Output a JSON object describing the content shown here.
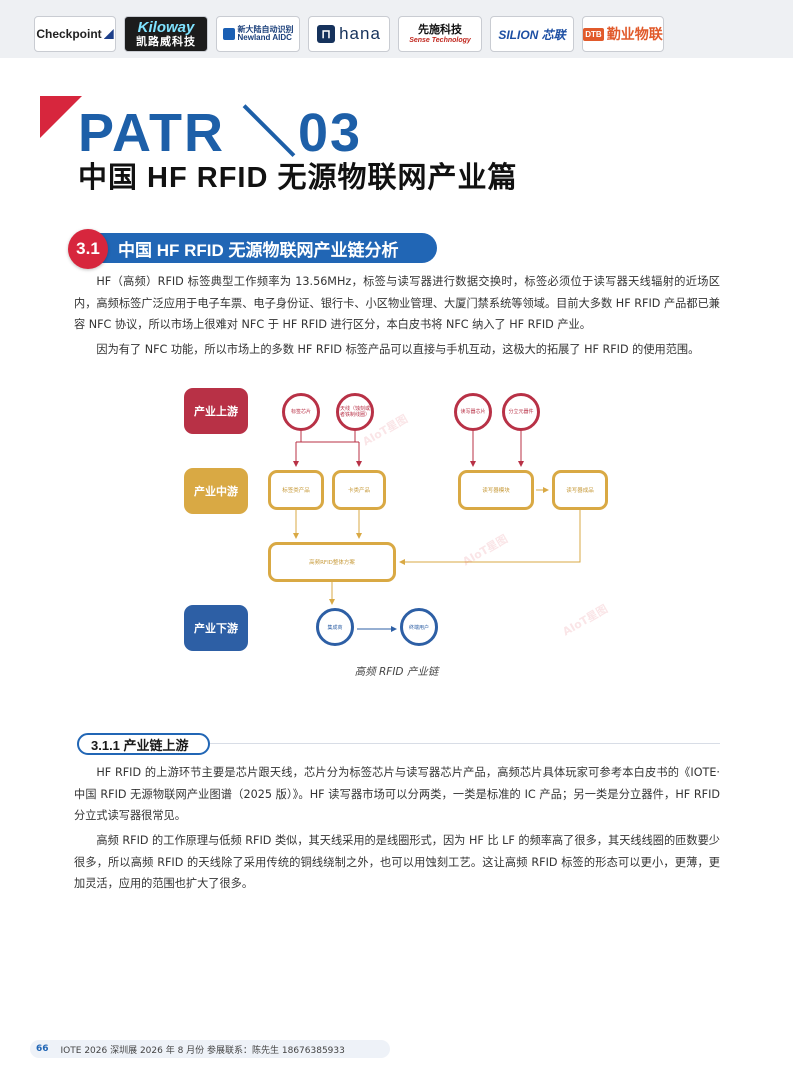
{
  "logos": {
    "checkpoint": "Checkpoint",
    "kiloway_en": "Kiloway",
    "kiloway_cn": "凯路威科技",
    "newland_cn": "新大陆自动识别",
    "newland_en": "Newland AIDC",
    "hana": "hana",
    "sense_cn": "先施科技",
    "sense_en": "Sense Technology",
    "silion": "SILION 芯联",
    "dtb_tag": "DTB",
    "dtb_cn": "勤业物联"
  },
  "heading": {
    "part": "PATR ＼03",
    "chapter": "中国 HF RFID 无源物联网产业篇"
  },
  "section": {
    "number": "3.1",
    "title": "中国 HF RFID 无源物联网产业链分析"
  },
  "paragraphs": {
    "p1": "HF（高频）RFID 标签典型工作频率为 13.56MHz，标签与读写器进行数据交换时，标签必须位于读写器天线辐射的近场区内，高频标签广泛应用于电子车票、电子身份证、银行卡、小区物业管理、大厦门禁系统等领域。目前大多数 HF RFID 产品都已兼容 NFC 协议，所以市场上很难对 NFC 于 HF RFID 进行区分，本白皮书将 NFC 纳入了 HF RFID 产业。",
    "p2": "因为有了 NFC 功能，所以市场上的多数 HF RFID 标签产品可以直接与手机互动，这极大的拓展了 HF RFID 的使用范围。"
  },
  "diagram": {
    "stages": {
      "up": "产业上游",
      "mid": "产业中游",
      "down": "产业下游"
    },
    "upstream": [
      "标签芯片",
      "天线（蚀刻或者铁制线圈）",
      "读写器芯片",
      "分立元器件"
    ],
    "midstream": [
      "标签类产品",
      "卡类产品",
      "读写器模块",
      "读写器成品",
      "高频RFID整体方案"
    ],
    "downstream": [
      "集成商",
      "终端用户"
    ],
    "watermark": "AIoT星图"
  },
  "figure_caption": "高频 RFID 产业链",
  "subsection": {
    "title": "3.1.1 产业链上游",
    "p3": "HF RFID 的上游环节主要是芯片跟天线，芯片分为标签芯片与读写器芯片产品，高频芯片具体玩家可参考本白皮书的《IOTE·中国 RFID 无源物联网产业图谱（2025 版）》。HF 读写器市场可以分两类，一类是标准的 IC 产品；另一类是分立器件，HF RFID 分立式读写器很常见。",
    "p4": "高频 RFID 的工作原理与低频 RFID 类似，其天线采用的是线圈形式，因为 HF 比 LF 的频率高了很多，其天线线圈的匝数要少很多，所以高频 RFID 的天线除了采用传统的铜线绕制之外，也可以用蚀刻工艺。这让高频 RFID 标签的形态可以更小，更薄，更加灵活，应用的范围也扩大了很多。"
  },
  "footer": {
    "page": "66",
    "text": "IOTE 2026 深圳展 2026 年 8 月份  参展联系：陈先生 18676385933"
  },
  "colors": {
    "brand_blue": "#2166b5",
    "brand_red": "#d7263d",
    "upstream": "#b83146",
    "midstream": "#d9a944",
    "downstream": "#2d5fa5"
  }
}
